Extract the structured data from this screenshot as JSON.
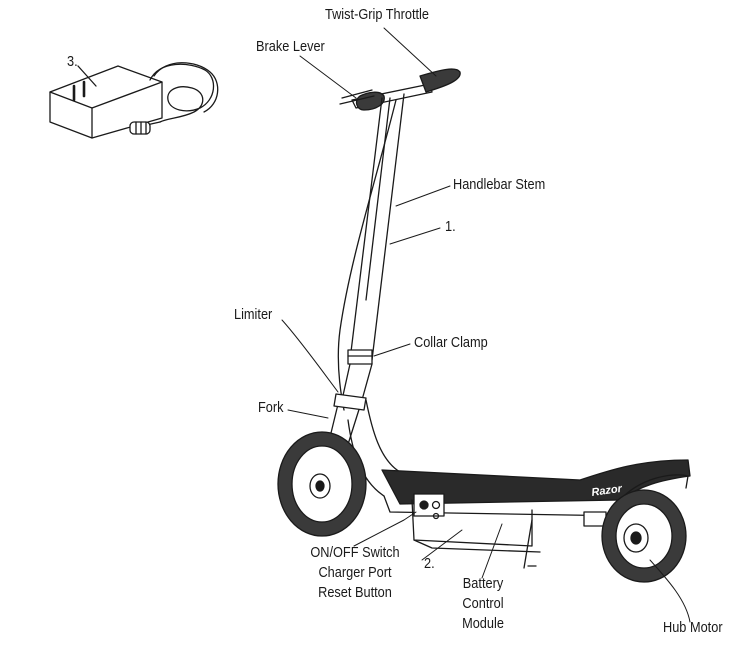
{
  "labels": {
    "twist_grip_throttle": "Twist-Grip Throttle",
    "brake_lever": "Brake Lever",
    "charger_number": "3.",
    "handlebar_stem": "Handlebar Stem",
    "scooter_number": "1.",
    "limiter": "Limiter",
    "collar_clamp": "Collar Clamp",
    "fork": "Fork",
    "on_off_switch": "ON/OFF Switch",
    "charger_port": "Charger Port",
    "reset_button": "Reset Button",
    "module_number": "2.",
    "battery": "Battery",
    "control": "Control",
    "module": "Module",
    "hub_motor": "Hub Motor"
  },
  "deck_brand": "Razor",
  "colors": {
    "ink": "#1a1a1a",
    "deck": "#2a2a2a",
    "tire": "#3a3a3a"
  }
}
